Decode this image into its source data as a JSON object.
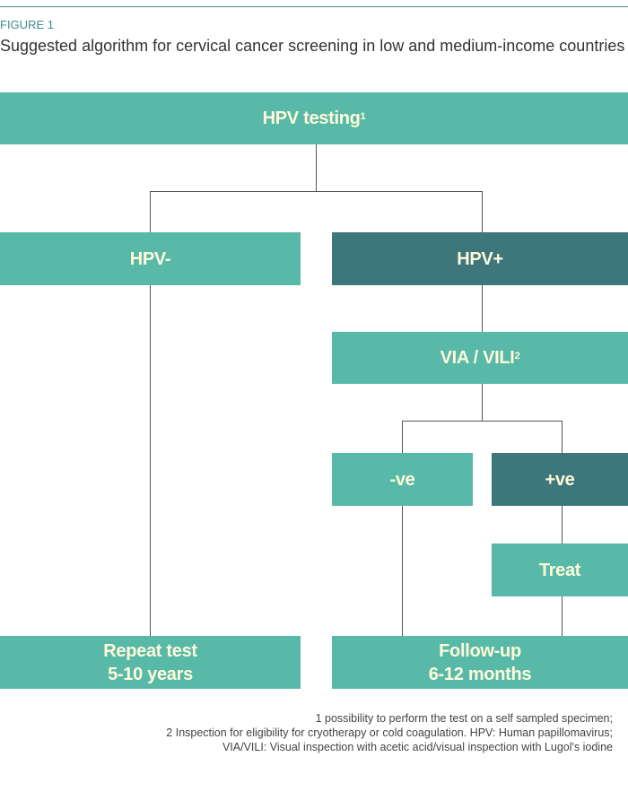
{
  "figure": {
    "label": "FIGURE 1",
    "title": "Suggested algorithm for cervical cancer screening in low and medium-income countries"
  },
  "nodes": {
    "hpv_testing": {
      "text": "HPV testing",
      "sup": "1"
    },
    "hpv_neg": {
      "text": "HPV-"
    },
    "hpv_pos": {
      "text": "HPV+"
    },
    "via_vili": {
      "text": "VIA / VILI",
      "sup": "2"
    },
    "neg_ve": {
      "text": "-ve"
    },
    "pos_ve": {
      "text": "+ve"
    },
    "treat": {
      "text": "Treat"
    },
    "repeat_test": {
      "line1": "Repeat test",
      "line2": "5-10 years"
    },
    "follow_up": {
      "line1": "Follow-up",
      "line2": "6-12 months"
    }
  },
  "colors": {
    "light_box": "#58b9a9",
    "dark_box": "#3d777b",
    "box_text": "#fffbd9",
    "accent": "#3f8a90"
  },
  "footnotes": [
    "1 possibility to perform the test on a self sampled specimen;",
    "2 Inspection for eligibility for cryotherapy or cold coagulation. HPV: Human papillomavirus;",
    "VIA/VILI: Visual inspection with acetic acid/visual inspection with Lugol's iodine"
  ]
}
